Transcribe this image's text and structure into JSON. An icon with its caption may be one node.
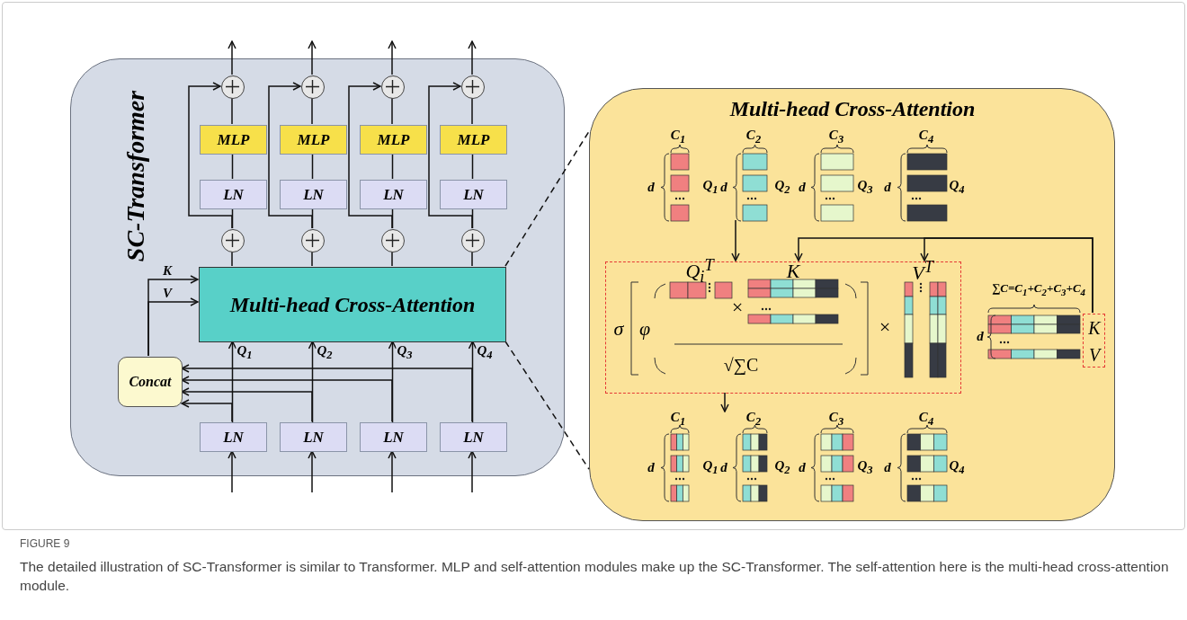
{
  "diagram": {
    "title": "FIGURE 9",
    "caption": "The detailed illustration of SC-Transformer is similar to Transformer. MLP and self-attention modules make up the SC-Transformer. The self-attention here is the multi-head cross-attention module.",
    "nodes": [
      {
        "text": [
          "SC-Transformer"
        ]
      },
      {
        "text": [
          "Multi-head Cross-Attention"
        ],
        "in": 0
      },
      {
        "text": [
          "Concat"
        ],
        "in": 0
      },
      {
        "text": [
          "LN"
        ],
        "in": 0
      },
      {
        "text": [
          "LN"
        ],
        "in": 0
      },
      {
        "text": [
          "LN"
        ],
        "in": 0
      },
      {
        "text": [
          "LN"
        ],
        "in": 0
      },
      {
        "text": [],
        "shape": "circle",
        "in": 0
      },
      {
        "text": [],
        "shape": "circle",
        "in": 0
      },
      {
        "text": [],
        "shape": "circle",
        "in": 0
      },
      {
        "text": [],
        "shape": "circle",
        "in": 0
      },
      {
        "text": [
          "LN"
        ],
        "in": 0
      },
      {
        "text": [
          "LN"
        ],
        "in": 0
      },
      {
        "text": [
          "LN"
        ],
        "in": 0
      },
      {
        "text": [
          "LN"
        ],
        "in": 0
      },
      {
        "text": [
          "MLP"
        ],
        "in": 0
      },
      {
        "text": [
          "MLP"
        ],
        "in": 0
      },
      {
        "text": [
          "MLP"
        ],
        "in": 0
      },
      {
        "text": [
          "MLP"
        ],
        "in": 0
      },
      {
        "text": [],
        "shape": "circle",
        "in": 0
      },
      {
        "text": [],
        "shape": "circle",
        "in": 0
      },
      {
        "text": [],
        "shape": "circle",
        "in": 0
      },
      {
        "text": [],
        "shape": "circle",
        "in": 0
      },
      {
        "text": [
          "Multi-head Cross-Attention"
        ]
      },
      {
        "text": [
          "σ",
          "φ",
          "Q$_{i}$$^{T}$",
          "K",
          "×",
          "√∑C",
          "×",
          "V$^{T}$"
        ],
        "in": 23
      },
      {
        "text": [
          "K",
          "V"
        ],
        "in": 23
      }
    ],
    "edges": [
      {
        "from": null,
        "to": 3,
        "arrow": "to"
      },
      {
        "from": null,
        "to": 4,
        "arrow": "to"
      },
      {
        "from": null,
        "to": 5,
        "arrow": "to"
      },
      {
        "from": null,
        "to": 6,
        "arrow": "to"
      },
      {
        "from": 3,
        "to": 1,
        "arrow": "to",
        "label": "Q$_{1}$"
      },
      {
        "from": 4,
        "to": 1,
        "arrow": "to",
        "label": "Q$_{2}$"
      },
      {
        "from": 5,
        "to": 1,
        "arrow": "to",
        "label": "Q$_{3}$"
      },
      {
        "from": 6,
        "to": 1,
        "arrow": "to",
        "label": "Q$_{4}$"
      },
      {
        "from": 3,
        "to": 2,
        "arrow": "to"
      },
      {
        "from": 4,
        "to": 2,
        "arrow": "to"
      },
      {
        "from": 5,
        "to": 2,
        "arrow": "to"
      },
      {
        "from": 6,
        "to": 2,
        "arrow": "to"
      },
      {
        "from": 2,
        "to": 1,
        "arrow": "to",
        "label": "K"
      },
      {
        "from": 2,
        "to": 1,
        "arrow": "to",
        "label": "V"
      },
      {
        "from": 1,
        "to": 7,
        "arrow": "none"
      },
      {
        "from": 1,
        "to": 8,
        "arrow": "none"
      },
      {
        "from": 1,
        "to": 9,
        "arrow": "none"
      },
      {
        "from": 1,
        "to": 10,
        "arrow": "none"
      },
      {
        "from": 7,
        "to": 11,
        "arrow": "none"
      },
      {
        "from": 8,
        "to": 12,
        "arrow": "none"
      },
      {
        "from": 9,
        "to": 13,
        "arrow": "none"
      },
      {
        "from": 10,
        "to": 14,
        "arrow": "none"
      },
      {
        "from": 11,
        "to": 15,
        "arrow": "none"
      },
      {
        "from": 12,
        "to": 16,
        "arrow": "none"
      },
      {
        "from": 13,
        "to": 17,
        "arrow": "none"
      },
      {
        "from": 14,
        "to": 18,
        "arrow": "none"
      },
      {
        "from": 15,
        "to": 19,
        "arrow": "none"
      },
      {
        "from": 16,
        "to": 20,
        "arrow": "none"
      },
      {
        "from": 17,
        "to": 21,
        "arrow": "none"
      },
      {
        "from": 18,
        "to": 22,
        "arrow": "none"
      },
      {
        "from": 19,
        "to": null,
        "arrow": "to"
      },
      {
        "from": 20,
        "to": null,
        "arrow": "to"
      },
      {
        "from": 21,
        "to": null,
        "arrow": "to"
      },
      {
        "from": 22,
        "to": null,
        "arrow": "to"
      },
      {
        "from": 7,
        "to": 19,
        "arrow": "to"
      },
      {
        "from": 8,
        "to": 20,
        "arrow": "to"
      },
      {
        "from": 9,
        "to": 21,
        "arrow": "to"
      },
      {
        "from": 10,
        "to": 22,
        "arrow": "to"
      },
      {
        "from": 1,
        "to": 23,
        "arrow": "none",
        "style": "dashed"
      },
      {
        "from": 1,
        "to": 23,
        "arrow": "none",
        "style": "dashed"
      },
      {
        "from": null,
        "to": 24,
        "arrow": "to"
      },
      {
        "from": 25,
        "to": 24,
        "arrow": "to"
      },
      {
        "from": 25,
        "to": 24,
        "arrow": "to"
      },
      {
        "from": 24,
        "to": null,
        "arrow": "to"
      }
    ],
    "labels": [
      "C$_{1}$",
      "C$_{2}$",
      "C$_{3}$",
      "C$_{4}$",
      "d",
      "Q$_{1}$",
      "d",
      "Q$_{2}$",
      "d",
      "Q$_{3}$",
      "d",
      "Q$_{4}$",
      "∑C=C$_{1}$+C$_{2}$+C$_{3}$+C$_{4}$",
      "d",
      "C$_{1}$",
      "C$_{2}$",
      "C$_{3}$",
      "C$_{4}$",
      "d",
      "Q$_{1}$",
      "d",
      "Q$_{2}$",
      "d",
      "Q$_{3}$",
      "d",
      "Q$_{4}$"
    ]
  }
}
